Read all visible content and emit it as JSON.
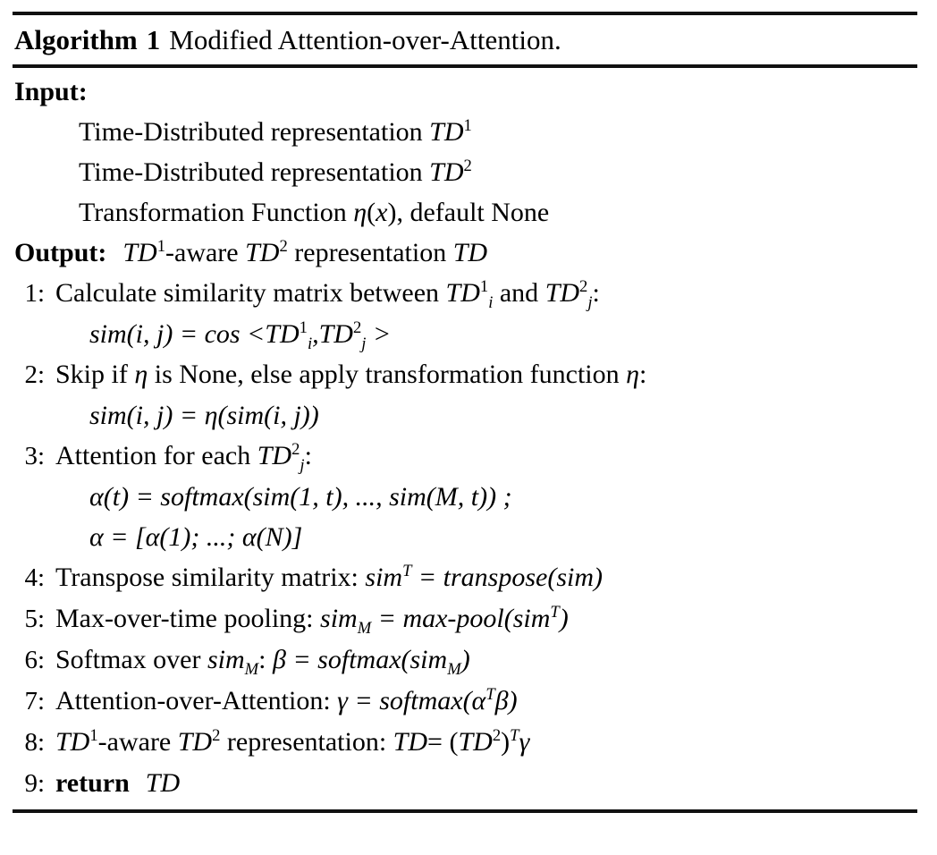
{
  "algorithm": {
    "number": "1",
    "keyword": "Algorithm",
    "title": "Modified Attention-over-Attention.",
    "caption_full": "Algorithm 1 Modified Attention-over-Attention.",
    "input_label": "Input:",
    "output_label": "Output:",
    "input_items": [
      "Time-Distributed representation TD¹",
      "Time-Distributed representation TD²",
      "Transformation Function η(x), default None"
    ],
    "output_text": "TD¹-aware TD² representation TD",
    "return_keyword": "return",
    "return_value": "TD",
    "steps": [
      {
        "number": "1:",
        "text": "Calculate similarity matrix between TD¹ᵢ and TD²ⱼ:",
        "formulas": [
          "sim(i, j) = cos <TD¹ᵢ,TD²ⱼ>"
        ]
      },
      {
        "number": "2:",
        "text": "Skip if η is None, else apply transformation function η:",
        "formulas": [
          "sim(i, j) = η(sim(i, j))"
        ]
      },
      {
        "number": "3:",
        "text": "Attention for each TD²ⱼ:",
        "formulas": [
          "α(t) = softmax(sim(1, t), ..., sim(M, t)) ;",
          "α = [α(1); ...; α(N)]"
        ]
      },
      {
        "number": "4:",
        "text": "Transpose similarity matrix: simᵀ = transpose(sim)",
        "formulas": []
      },
      {
        "number": "5:",
        "text": "Max-over-time pooling: sim_M = max-pool(simᵀ)",
        "formulas": []
      },
      {
        "number": "6:",
        "text": "Softmax over sim_M: β = softmax(sim_M)",
        "formulas": []
      },
      {
        "number": "7:",
        "text": "Attention-over-Attention: γ = softmax(αᵀβ)",
        "formulas": []
      },
      {
        "number": "8:",
        "text": "TD¹-aware TD² representation: TD= (TD²)ᵀγ",
        "formulas": []
      },
      {
        "number": "9:",
        "text": "return TD",
        "formulas": []
      }
    ],
    "colors": {
      "text": "#000000",
      "rule": "#111111",
      "background": "#ffffff"
    }
  }
}
